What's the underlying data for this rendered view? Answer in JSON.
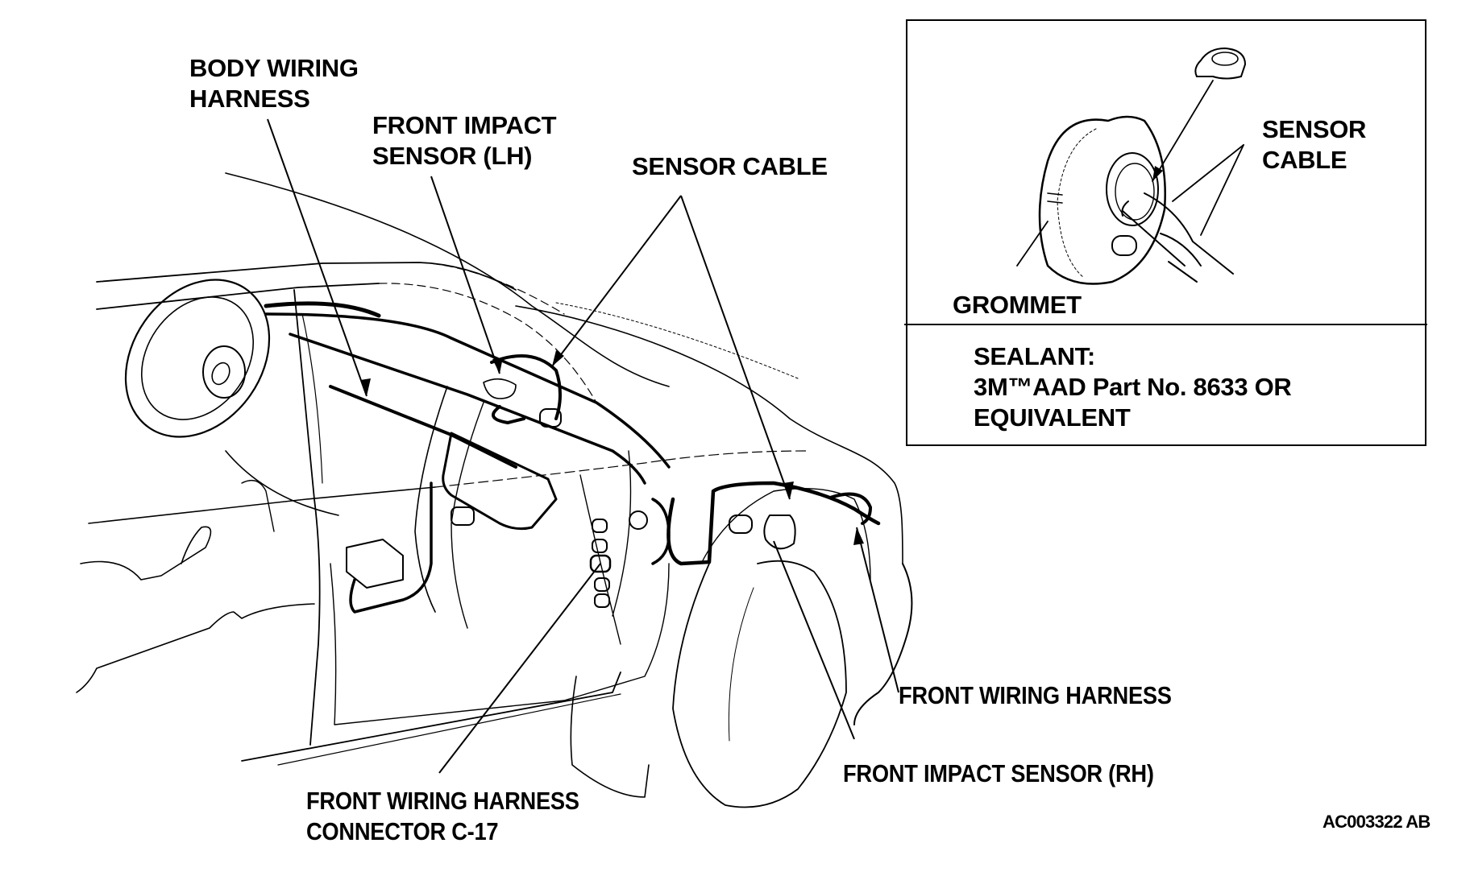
{
  "figure_id": "AC003322 AB",
  "callouts": {
    "body_wiring_harness": [
      "BODY WIRING",
      "HARNESS"
    ],
    "front_impact_sensor_lh": [
      "FRONT IMPACT",
      "SENSOR (LH)"
    ],
    "sensor_cable": "SENSOR CABLE",
    "front_wiring_harness": "FRONT WIRING HARNESS",
    "front_impact_sensor_rh": "FRONT IMPACT SENSOR (RH)",
    "front_wiring_harness_connector": [
      "FRONT WIRING HARNESS",
      "CONNECTOR C-17"
    ]
  },
  "inset": {
    "sensor_cable": [
      "SENSOR",
      "CABLE"
    ],
    "grommet": "GROMMET",
    "sealant_title": "SEALANT:",
    "sealant_lines": [
      "3M™AAD Part No. 8633 OR",
      "EQUIVALENT"
    ]
  }
}
